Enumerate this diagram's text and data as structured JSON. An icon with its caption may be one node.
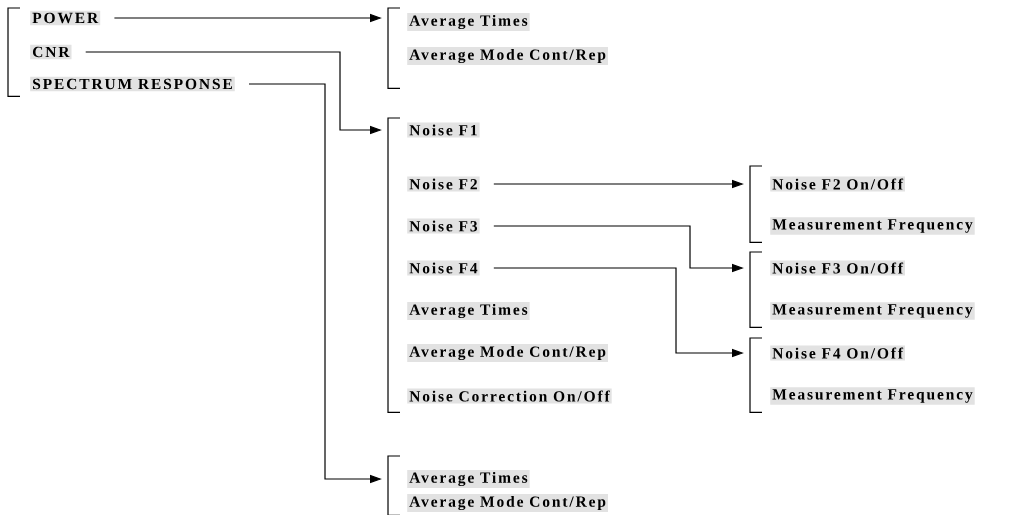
{
  "diagram": {
    "nodes": [
      {
        "text": [],
        "shape": "bracket"
      },
      {
        "text": [
          "POWER"
        ]
      },
      {
        "text": [
          "CNR"
        ]
      },
      {
        "text": [
          "SPECTRUM RESPONSE"
        ]
      },
      {
        "text": [],
        "shape": "bracket"
      },
      {
        "text": [
          "Average Times"
        ]
      },
      {
        "text": [
          "Average Mode Cont/Rep"
        ]
      },
      {
        "text": [],
        "shape": "bracket"
      },
      {
        "text": [
          "Noise F1"
        ]
      },
      {
        "text": [
          "Noise F2"
        ]
      },
      {
        "text": [
          "Noise F3"
        ]
      },
      {
        "text": [
          "Noise F4"
        ]
      },
      {
        "text": [
          "Average Times"
        ]
      },
      {
        "text": [
          "Average Mode Cont/Rep"
        ]
      },
      {
        "text": [
          "Noise Correction On/Off"
        ]
      },
      {
        "text": [],
        "shape": "bracket"
      },
      {
        "text": [
          "Noise F2 On/Off"
        ]
      },
      {
        "text": [
          "Measurement Frequency"
        ]
      },
      {
        "text": [],
        "shape": "bracket"
      },
      {
        "text": [
          "Noise F3 On/Off"
        ]
      },
      {
        "text": [
          "Measurement Frequency"
        ]
      },
      {
        "text": [],
        "shape": "bracket"
      },
      {
        "text": [
          "Noise F4 On/Off"
        ]
      },
      {
        "text": [
          "Measurement Frequency"
        ]
      },
      {
        "text": [],
        "shape": "bracket"
      },
      {
        "text": [
          "Average Times"
        ]
      },
      {
        "text": [
          "Average Mode Cont/Rep"
        ]
      }
    ],
    "edges": [
      {
        "from": 1,
        "to": 4,
        "arrow": "to"
      },
      {
        "from": 2,
        "to": 7,
        "arrow": "to"
      },
      {
        "from": 3,
        "to": 24,
        "arrow": "to"
      },
      {
        "from": 9,
        "to": 15,
        "arrow": "to"
      },
      {
        "from": 10,
        "to": 18,
        "arrow": "to"
      },
      {
        "from": 11,
        "to": 21,
        "arrow": "to"
      }
    ]
  }
}
